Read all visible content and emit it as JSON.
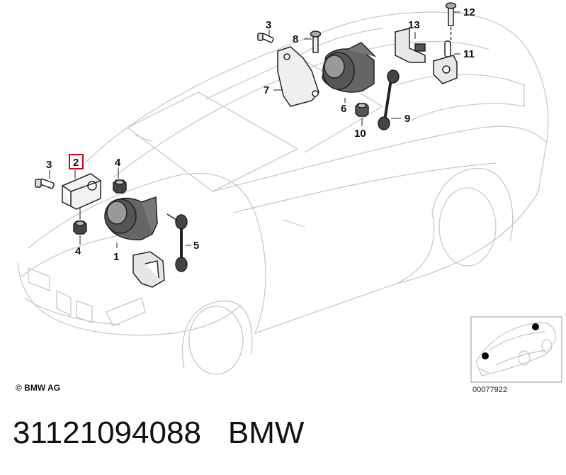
{
  "diagram": {
    "callouts": {
      "c1": "1",
      "c2": "2",
      "c3a": "3",
      "c3b": "3",
      "c4a": "4",
      "c4b": "4",
      "c5": "5",
      "c6": "6",
      "c7": "7",
      "c8": "8",
      "c9": "9",
      "c10": "10",
      "c11": "11",
      "c12": "12",
      "c13": "13"
    },
    "highlighted_callout": "2",
    "highlight_color": "#d0021b",
    "copyright": "© BMW AG",
    "reference_code": "00077922"
  },
  "footer": {
    "part_number": "31121094088",
    "brand": "BMW"
  }
}
